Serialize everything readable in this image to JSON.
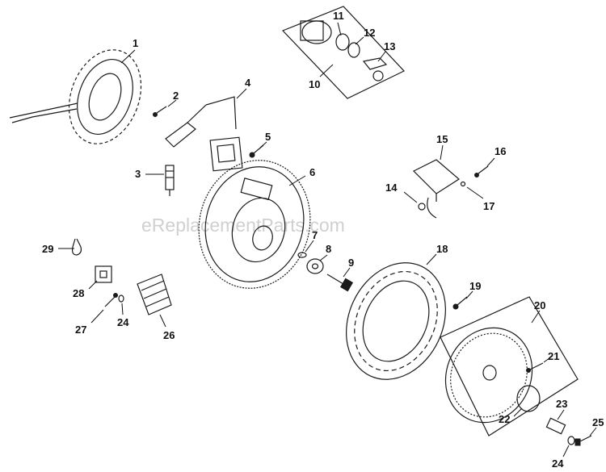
{
  "watermark": "eReplacementParts.com",
  "labels": {
    "l1": "1",
    "l2": "2",
    "l3": "3",
    "l4": "4",
    "l5": "5",
    "l6": "6",
    "l7": "7",
    "l8": "8",
    "l9": "9",
    "l10": "10",
    "l11": "11",
    "l12": "12",
    "l13": "13",
    "l14": "14",
    "l15": "15",
    "l16": "16",
    "l17": "17",
    "l18": "18",
    "l19": "19",
    "l20": "20",
    "l21": "21",
    "l22": "22",
    "l23": "23",
    "l24a": "24",
    "l24b": "24",
    "l25": "25",
    "l26": "26",
    "l27": "27",
    "l28": "28",
    "l29": "29"
  }
}
